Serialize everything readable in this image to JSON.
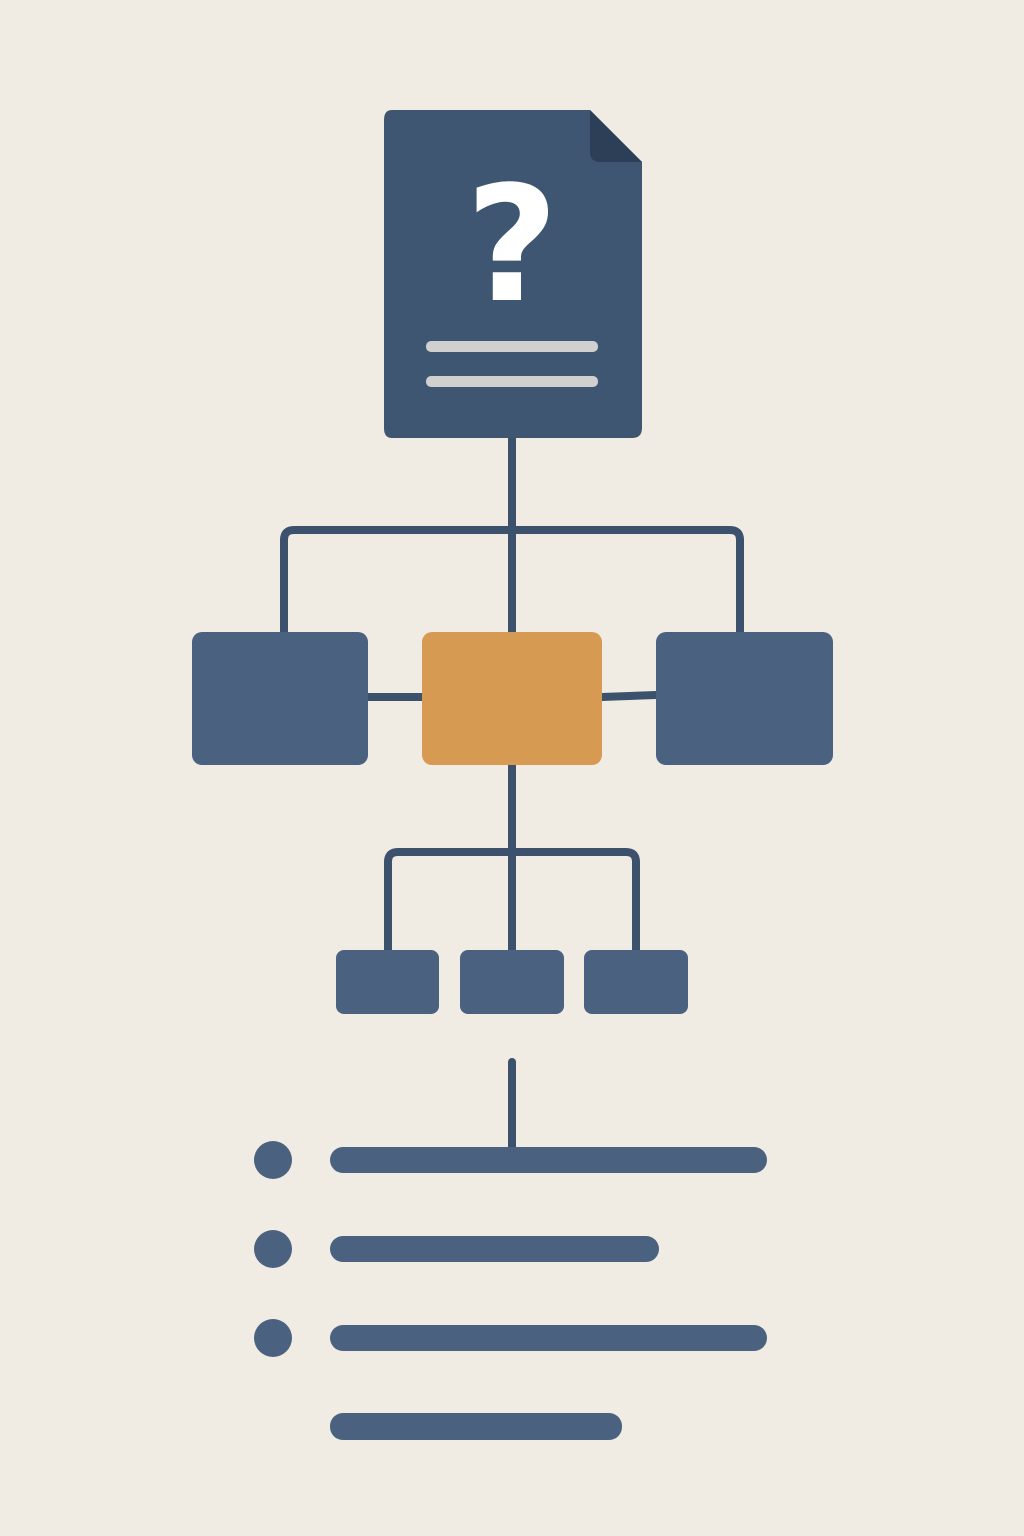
{
  "page": {
    "background": "#F1ECE3"
  },
  "colors": {
    "doc_fill": "#3E5672",
    "doc_fold": "#2D3F57",
    "doc_lines": "#D0D0CF",
    "connector": "#3C516B",
    "node_fill": "#4A6280",
    "highlight_fill": "#D79A52",
    "list_fill": "#4A6280",
    "question_mark": "#FFFFFF"
  },
  "document": {
    "icon": "document-question-icon",
    "symbol": "?"
  },
  "hierarchy": {
    "level1": [
      "node",
      "highlighted-node",
      "node"
    ],
    "highlighted_index": 1,
    "level2_count": 3
  },
  "list": {
    "bullet_count": 3,
    "line_count": 4,
    "icon": "bullet-list-icon"
  }
}
